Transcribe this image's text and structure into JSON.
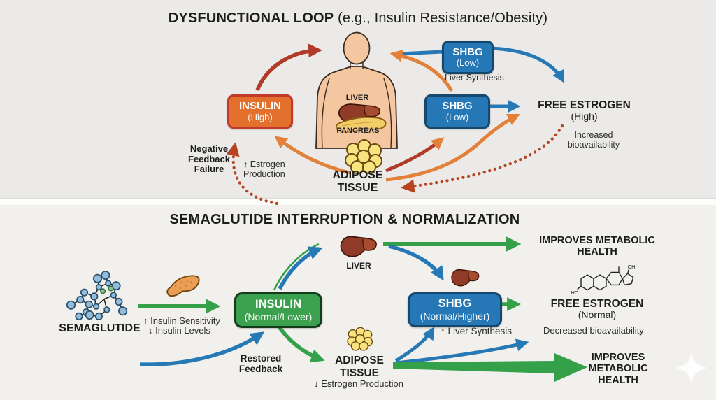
{
  "colors": {
    "orange_box": "#e4702d",
    "orange_box_border": "#c0392b",
    "blue_box": "#2577b5",
    "blue_box_border": "#16486d",
    "green_box": "#3ba14f",
    "green_box_border": "#143c1c",
    "arrow_red": "#b13a28",
    "arrow_orange": "#e3813a",
    "arrow_blue": "#2779b5",
    "arrow_green": "#34a04a",
    "arrow_dotted_red": "#b5441f"
  },
  "top_panel": {
    "title_bold": "DYSFUNCTIONAL LOOP",
    "title_normal": "(e.g., Insulin Resistance/Obesity)",
    "insulin_box": {
      "line1": "INSULIN",
      "line2": "(High)"
    },
    "shbg_upper_box": {
      "line1": "SHBG",
      "line2": "(Low)"
    },
    "shbg_lower_box": {
      "line1": "SHBG",
      "line2": "(Low)"
    },
    "liver_label": "LIVER",
    "pancreas_label": "PANCREAS",
    "adipose_label": "ADIPOSE TISSUE",
    "free_estrogen_label": "FREE ESTROGEN",
    "free_estrogen_sub": "(High)",
    "liver_synthesis_label": "Liver Synthesis",
    "negative_feedback_label": "Negative Feedback Failure",
    "estrogen_production_label": "↑ Estrogen Production",
    "increased_bioavailability_label": "Increased bioavailability"
  },
  "bottom_panel": {
    "title": "SEMAGLUTIDE INTERRUPTION & NORMALIZATION",
    "semaglutide_label": "SEMAGLUTIDE",
    "insulin_sensitivity_label": "↑ Insulin Sensitivity",
    "insulin_levels_label": "↓ Insulin Levels",
    "insulin_box": {
      "line1": "INSULIN",
      "line2": "(Normal/Lower)"
    },
    "shbg_box": {
      "line1": "SHBG",
      "line2": "(Normal/Higher)"
    },
    "liver_label": "LIVER",
    "adipose_label": "ADIPOSE TISSUE",
    "restored_feedback_label": "Restored Feedback",
    "liver_synthesis_label": "↑ Liver Synthesis",
    "estrogen_production_label": "↓ Estrogen Production",
    "free_estrogen_label": "FREE ESTROGEN",
    "free_estrogen_sub": "(Normal)",
    "decreased_bioavailability_label": "Decreased bioavailability",
    "improves_metabolic_health_upper": "IMPROVES METABOLIC HEALTH",
    "improves_metabolic_health_lower": "IMPROVES METABOLIC HEALTH",
    "estrogen_molecule_oh": "OH",
    "estrogen_molecule_ho": "HO"
  }
}
